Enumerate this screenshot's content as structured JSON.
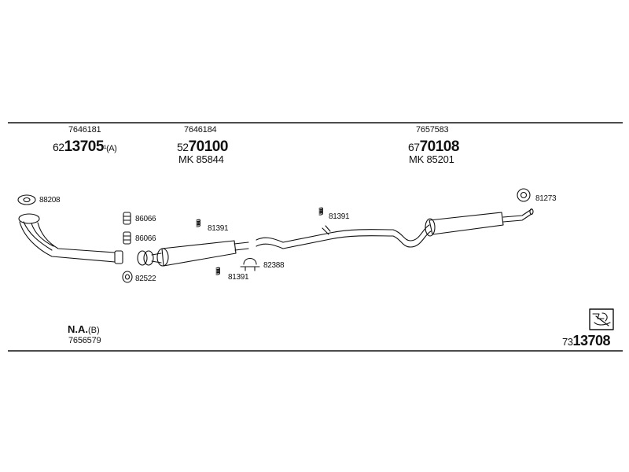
{
  "header": {
    "left": {
      "ref": "7646181",
      "code_prefix": "62",
      "code_main": "13705",
      "code_suffix": "¹(A)"
    },
    "center": {
      "ref": "7646184",
      "code_prefix": "52",
      "code_main": "70100",
      "mk": "MK 85844"
    },
    "right": {
      "ref": "7657583",
      "code_prefix": "67",
      "code_main": "70108",
      "mk": "MK 85201"
    }
  },
  "parts": {
    "p88208": "88208",
    "p86066a": "86066",
    "p86066b": "86066",
    "p82522": "82522",
    "p81391a": "81391",
    "p81391b": "81391",
    "p82388": "82388",
    "p81391c": "81391",
    "p81273": "81273"
  },
  "footer": {
    "na_label": "N.A.",
    "na_suffix": "(B)",
    "na_ref": "7656579",
    "code_prefix": "73",
    "code_main": "13708"
  },
  "icons": [
    "gasket-icon",
    "clamp-icon",
    "rubber-hanger-icon",
    "u-bolt-clamp-icon",
    "spring-hanger-icon",
    "info-sheet-icon"
  ]
}
